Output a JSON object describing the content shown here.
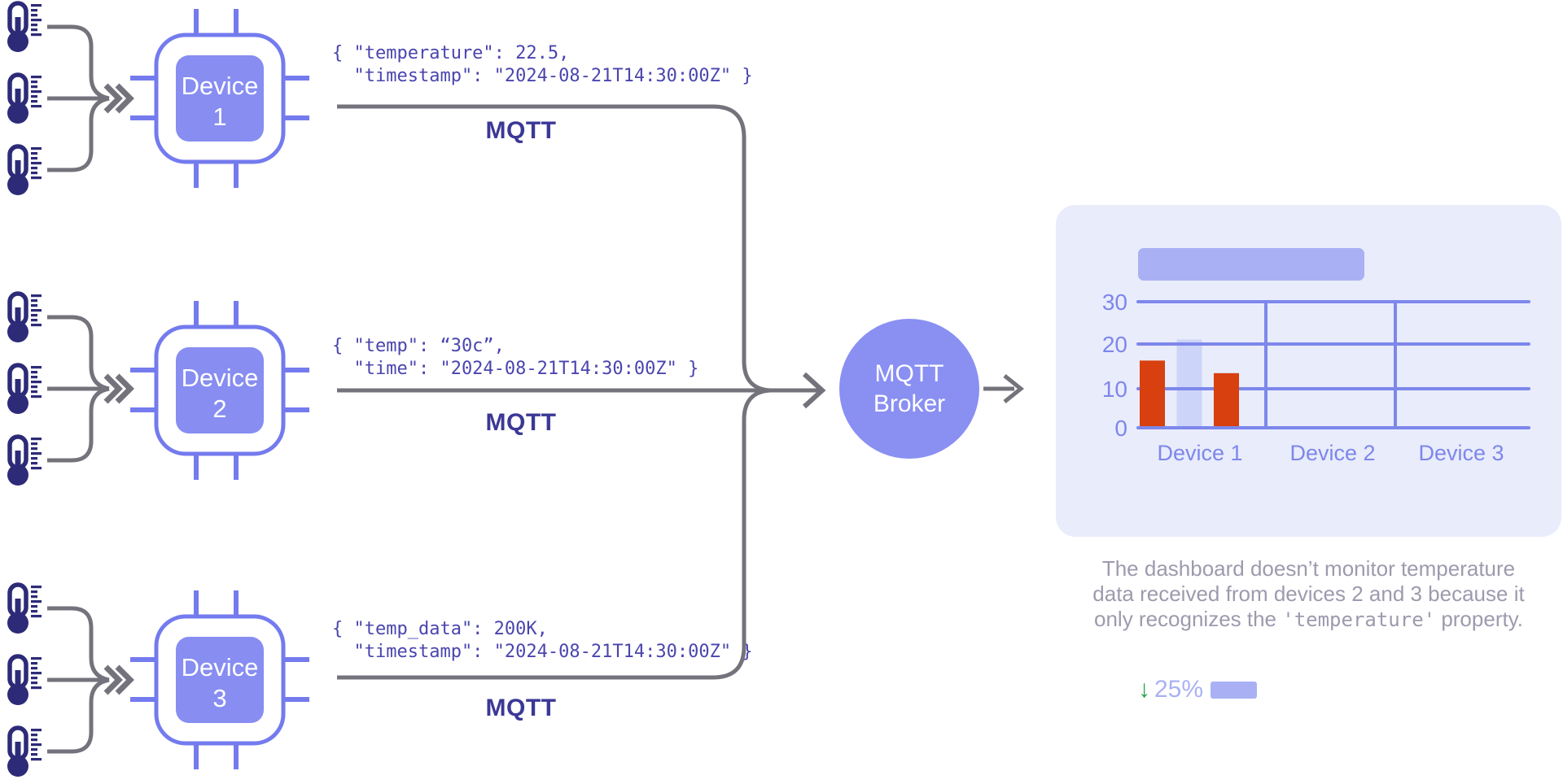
{
  "colors": {
    "chip_stroke": "#747bee",
    "chip_fill": "#878df1",
    "broker_fill": "#8a8ff2",
    "thermometer": "#2d2b78",
    "connector_gray": "#74737c",
    "json_text": "#4a45ae",
    "mqtt_label": "#3b3896",
    "card_bg": "#e9ecfb",
    "chart_purple": "#7d87eb",
    "accent_lavender": "#a9b1f4",
    "bar_pale": "#cdd4f9",
    "bar_red": "#d8400f",
    "trend_green": "#1fa24b"
  },
  "devices": [
    {
      "name_line1": "Device",
      "name_line2": "1",
      "payload_line1": "{ \"temperature\": 22.5,",
      "payload_line2": "  \"timestamp\": \"2024-08-21T14:30:00Z\" }",
      "protocol_label": "MQTT"
    },
    {
      "name_line1": "Device",
      "name_line2": "2",
      "payload_line1": "{ \"temp\": “30c”,",
      "payload_line2": "  \"time\": \"2024-08-21T14:30:00Z\" }",
      "protocol_label": "MQTT"
    },
    {
      "name_line1": "Device",
      "name_line2": "3",
      "payload_line1": "{ \"temp_data\": 200K,",
      "payload_line2": "  \"timestamp\": \"2024-08-21T14:30:00Z\" }",
      "protocol_label": "MQTT"
    }
  ],
  "broker": {
    "label_line1": "MQTT",
    "label_line2": "Broker"
  },
  "dashboard": {
    "trend": {
      "arrow": "↓",
      "value": "25%"
    }
  },
  "caption": {
    "line1": "The dashboard doesn’t monitor temperature",
    "line2": "data received from devices 2 and 3 because it",
    "line3_prefix": "only recognizes the ",
    "line3_code": "'temperature'",
    "line3_suffix": " property."
  },
  "chart_data": {
    "type": "bar",
    "title": "",
    "categories": [
      "Device 1",
      "Device 2",
      "Device 3"
    ],
    "yticks": [
      0,
      10,
      20,
      30
    ],
    "ylim": [
      0,
      30
    ],
    "grid": true,
    "legend": "none",
    "bars_by_category": [
      [
        {
          "value": 16,
          "color": "#d8400f",
          "muted": false
        },
        {
          "value": 21,
          "color": "#cdd4f9",
          "muted": true
        },
        {
          "value": 13,
          "color": "#d8400f",
          "muted": false
        }
      ],
      [],
      []
    ]
  }
}
